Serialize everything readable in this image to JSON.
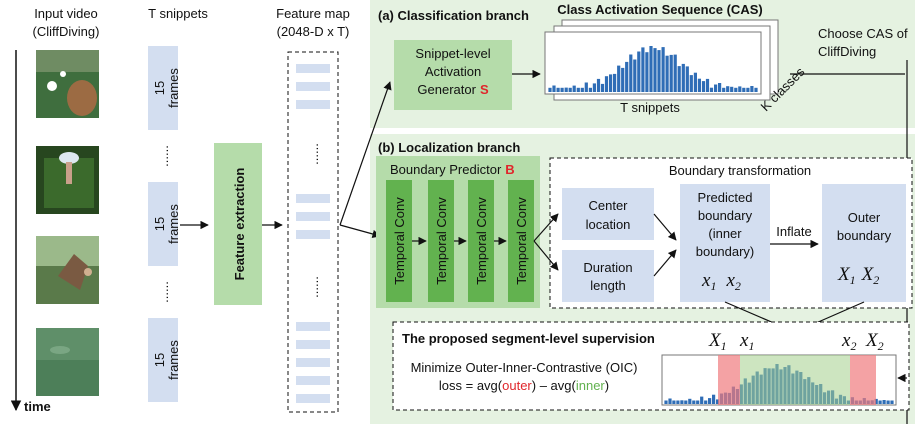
{
  "columns": {
    "input_video": [
      "Input video",
      "(CliffDiving)"
    ],
    "snippets": "T snippets",
    "feature_map": [
      "Feature map",
      "(2048-D x T)"
    ],
    "time": "time"
  },
  "snippet_label": {
    "count": "15",
    "unit": "frames"
  },
  "ellipsis": "......",
  "feature_extraction": {
    "prefix": "Feature ",
    "emph": "extraction"
  },
  "classification": {
    "title": "(a) Classification branch",
    "generator": [
      "Snippet-level",
      "Activation",
      "Generator"
    ],
    "generator_symbol": "S",
    "cas_title": "Class Activation Sequence (CAS)",
    "t_snippets": "T snippets",
    "k_classes": "K classes",
    "choose": [
      "Choose CAS of",
      "CliffDiving"
    ]
  },
  "localization": {
    "title": "(b) Localization branch",
    "predictor": "Boundary Predictor",
    "predictor_symbol": "B",
    "conv": "Temporal  Conv",
    "transform_title": "Boundary transformation",
    "center": [
      "Center",
      "location"
    ],
    "duration": [
      "Duration",
      "length"
    ],
    "predicted": [
      "Predicted",
      "boundary",
      "(inner",
      "boundary)"
    ],
    "inflate": "Inflate",
    "outer": [
      "Outer",
      "boundary"
    ],
    "inner_vars": {
      "a": "x",
      "a_sub": "1",
      "b": "x",
      "b_sub": "2"
    },
    "outer_vars": {
      "a": "X",
      "a_sub": "1",
      "b": "X",
      "b_sub": "2"
    }
  },
  "supervision": {
    "title": "The proposed segment-level supervision",
    "line1": "Minimize Outer-Inner-Contrastive (OIC)",
    "loss_prefix": "loss = avg(",
    "outer_word": "outer",
    "loss_mid": ") – avg(",
    "inner_word": "inner",
    "loss_suffix": ")"
  },
  "colors": {
    "panel_green": "#e5f2e1",
    "box_green": "#b5dcaa",
    "box_blue": "#d3def0",
    "bar_blue": "#2f6db6",
    "red": "#e0262b",
    "inner_green": "#62b24f",
    "overlay_red": "#ef7b7e",
    "overlay_green": "#a4cf8c"
  }
}
